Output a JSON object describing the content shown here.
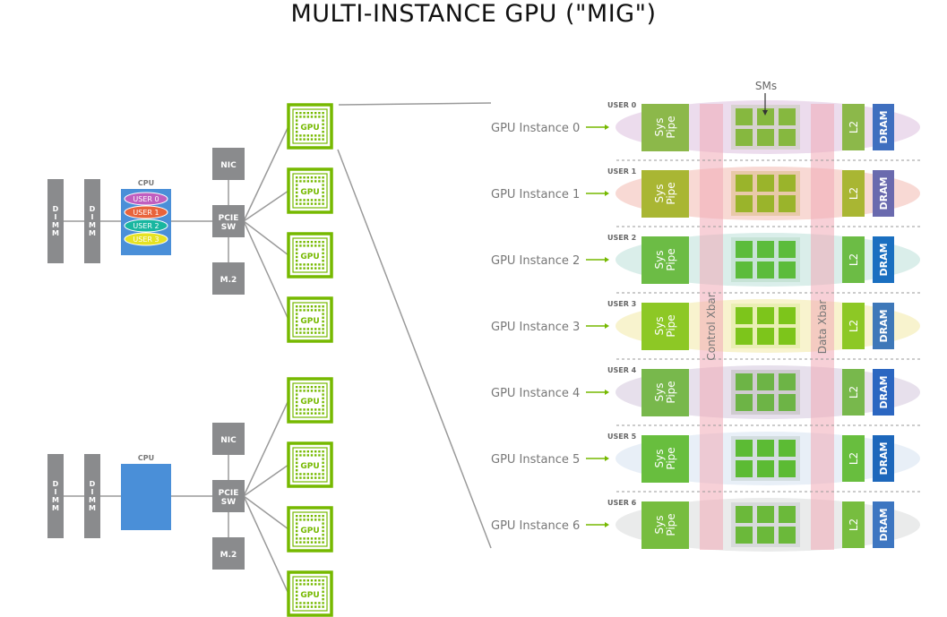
{
  "title": "MULTI-INSTANCE GPU (\"MIG\")",
  "server_top": {
    "dimm_labels": [
      "D\nI\nM\nM",
      "D\nI\nM\nM"
    ],
    "dimm_text": "DIMM",
    "cpu_label": "CPU",
    "users": [
      {
        "label": "USER 0",
        "color": "#c05fbf"
      },
      {
        "label": "USER 1",
        "color": "#e8643c"
      },
      {
        "label": "USER 2",
        "color": "#19b6a0"
      },
      {
        "label": "USER 3",
        "color": "#e6e224"
      }
    ],
    "nic_label": "NIC",
    "pcie_label_1": "PCIE",
    "pcie_label_2": "SW",
    "m2_label": "M.2",
    "gpu_label": "GPU"
  },
  "server_bottom": {
    "dimm_text": "DIMM",
    "cpu_label": "CPU",
    "nic_label": "NIC",
    "pcie_label_1": "PCIE",
    "pcie_label_2": "SW",
    "m2_label": "M.2",
    "gpu_label": "GPU"
  },
  "mig": {
    "sms_label": "SMs",
    "control_xbar_label": "Control Xbar",
    "data_xbar_label": "Data Xbar",
    "sys_pipe_label_1": "Sys",
    "sys_pipe_label_2": "Pipe",
    "l2_label": "L2",
    "dram_label": "DRAM",
    "instances": [
      {
        "name": "GPU Instance 0",
        "user": "USER 0",
        "tint": "#e9d6ea",
        "syspipe": "#8cb84a",
        "sm": "#86b83f",
        "smbg": "#d7d2cf",
        "dram": "#3f6fbf"
      },
      {
        "name": "GPU Instance 1",
        "user": "USER 1",
        "tint": "#f7d2cc",
        "syspipe": "#a9b633",
        "sm": "#9ab42b",
        "smbg": "#e8c9a9",
        "dram": "#6a6aae"
      },
      {
        "name": "GPU Instance 2",
        "user": "USER 2",
        "tint": "#d3ebe6",
        "syspipe": "#6cbc45",
        "sm": "#5cbc3b",
        "smbg": "#c7e3d6",
        "dram": "#1a6fc0"
      },
      {
        "name": "GPU Instance 3",
        "user": "USER 3",
        "tint": "#f7f1c6",
        "syspipe": "#8dc825",
        "sm": "#7dc51b",
        "smbg": "#e9efb3",
        "dram": "#3e78b9"
      },
      {
        "name": "GPU Instance 4",
        "user": "USER 4",
        "tint": "#e3dbe9",
        "syspipe": "#78b84c",
        "sm": "#6db446",
        "smbg": "#cfcbd0",
        "dram": "#2b66c1"
      },
      {
        "name": "GPU Instance 5",
        "user": "USER 5",
        "tint": "#e4ecf6",
        "syspipe": "#68be3e",
        "sm": "#5cbb34",
        "smbg": "#d3dde0",
        "dram": "#1d67bb"
      },
      {
        "name": "GPU Instance 6",
        "user": "USER 6",
        "tint": "#e6e8e8",
        "syspipe": "#77bd3f",
        "sm": "#6bb93a",
        "smbg": "#d7dadb",
        "dram": "#3d76c1"
      }
    ]
  },
  "colors": {
    "gray_box": "#8a8b8d",
    "gpu_green": "#76b900",
    "cpu_blue": "#4a8fd8",
    "connector": "#9a9a9a",
    "control_xbar": "#f1a9b6",
    "data_xbar": "#f1a9b6"
  }
}
